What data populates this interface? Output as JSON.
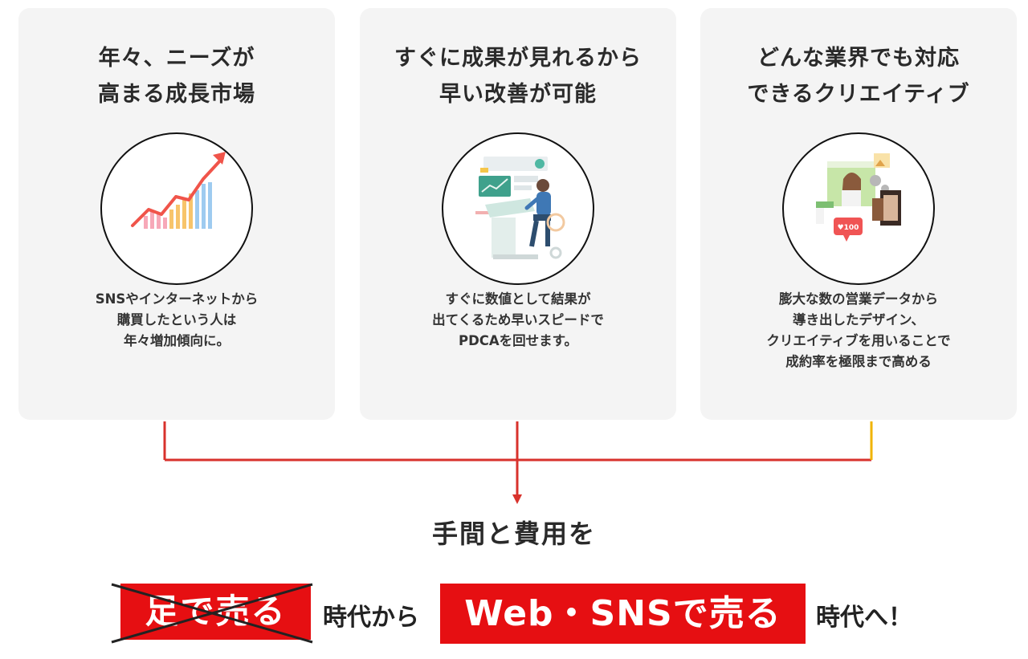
{
  "cards": [
    {
      "title_lines": [
        "年々、ニーズが",
        "高まる成長市場"
      ],
      "illustration": "growth-chart-icon",
      "desc_lines": [
        "SNSやインターネットから",
        "購買したという人は",
        "年々増加傾向に。"
      ]
    },
    {
      "title_lines": [
        "すぐに成果が見れるから",
        "早い改善が可能"
      ],
      "illustration": "person-dashboard-illustration",
      "desc_lines": [
        "すぐに数値として結果が",
        "出てくるため早いスピードで",
        "PDCAを回せます。"
      ]
    },
    {
      "title_lines": [
        "どんな業界でも対応",
        "できるクリエイティブ"
      ],
      "illustration": "creative-sns-illustration",
      "desc_lines": [
        "膨大な数の営業データから",
        "導き出したデザイン、",
        "クリエイティブを用いることで",
        "成約率を極限まで高める"
      ]
    }
  ],
  "headline": "手間と費用を",
  "bottom": {
    "old_label": "足で売る",
    "era_suffix_1": "時代から",
    "new_label": "Web・SNSで売る",
    "era_suffix_2": "時代へ！"
  },
  "colors": {
    "card_bg": "#f4f4f4",
    "red": "#e60f12",
    "connector_red": "#d8322c",
    "connector_yellow": "#f0b400",
    "text_dark": "#2a2a2a"
  }
}
